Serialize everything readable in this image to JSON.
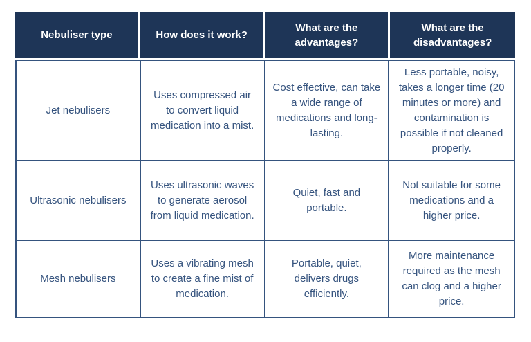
{
  "colors": {
    "page-bg": "#ffffff",
    "header-bg": "#1e3557",
    "header-text": "#ffffff",
    "body-text": "#35537e",
    "border": "#35537e"
  },
  "table": {
    "columns": [
      "Nebuliser type",
      "How does it work?",
      "What are the advantages?",
      "What are the disadvantages?"
    ],
    "rows": [
      {
        "type": "Jet nebulisers",
        "how": "Uses compressed air to convert liquid medication into a mist.",
        "advantages": "Cost effective, can take a wide range of medications and long-lasting.",
        "disadvantages": "Less portable, noisy, takes a longer time (20 minutes or more) and contamination is possible if not cleaned properly."
      },
      {
        "type": "Ultrasonic nebulisers",
        "how": "Uses ultrasonic waves to generate aerosol from liquid medication.",
        "advantages": "Quiet, fast and portable.",
        "disadvantages": "Not suitable for some medications and a higher price."
      },
      {
        "type": "Mesh nebulisers",
        "how": "Uses a vibrating mesh to create a fine mist of medication.",
        "advantages": "Portable, quiet, delivers drugs efficiently.",
        "disadvantages": "More maintenance required as the mesh can clog and a higher price."
      }
    ]
  }
}
